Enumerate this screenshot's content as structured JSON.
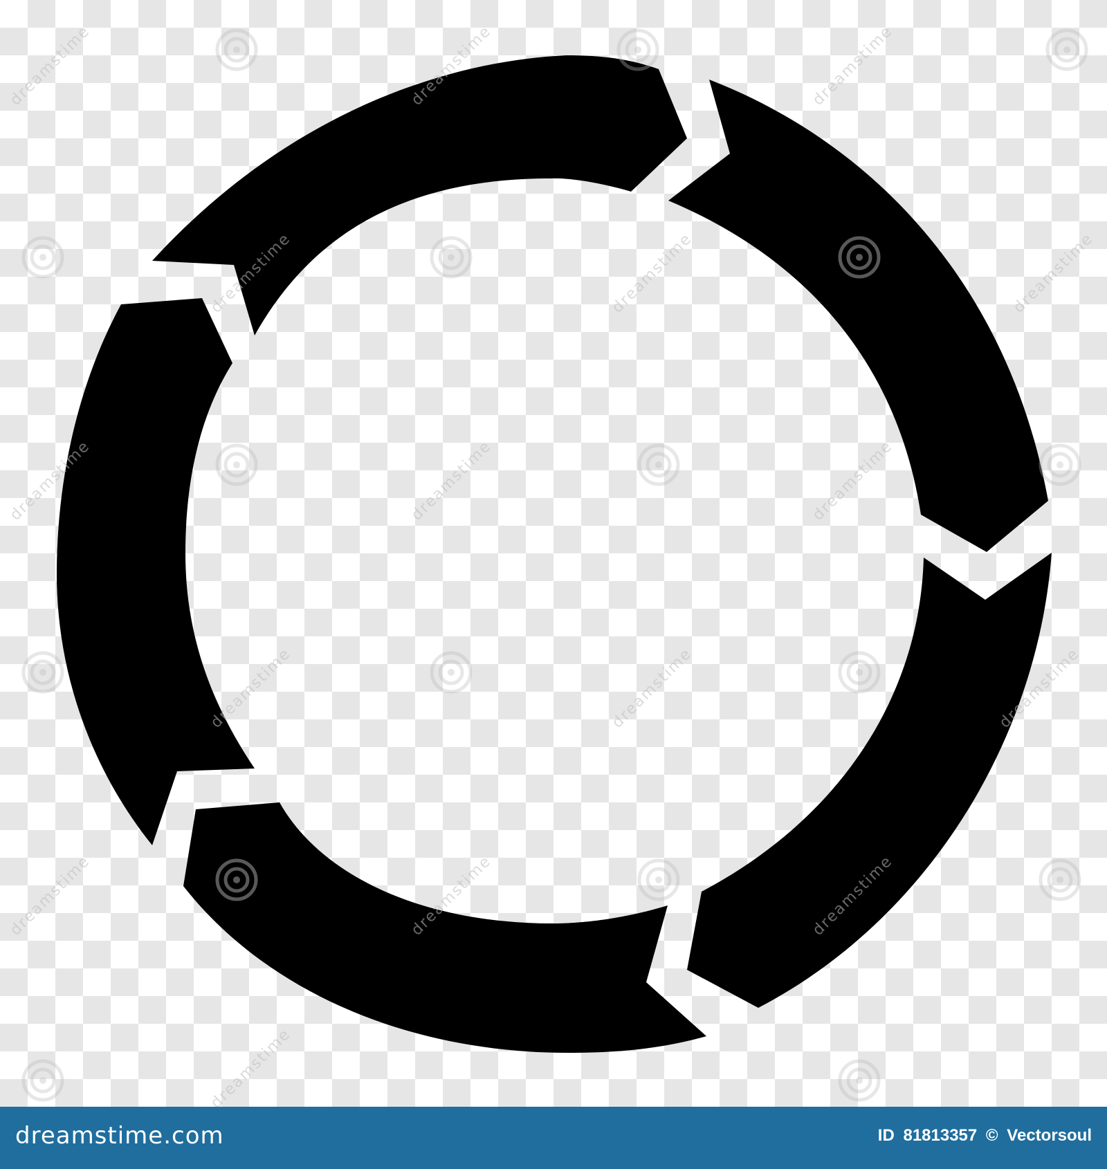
{
  "artwork": {
    "subject": "circular-arrows-icon",
    "fill_color": "#000000",
    "checker_light": "#ffffff",
    "checker_dark": "#e6e6e6"
  },
  "watermark": {
    "text": "dreamstime",
    "icon": "spiral-logo-icon"
  },
  "footer": {
    "background": "#1f6e9e",
    "brand": "dreamstime.com",
    "id_label": "ID",
    "id_value": "81813357",
    "copyright_symbol": "©",
    "author": "Vectorsoul"
  }
}
